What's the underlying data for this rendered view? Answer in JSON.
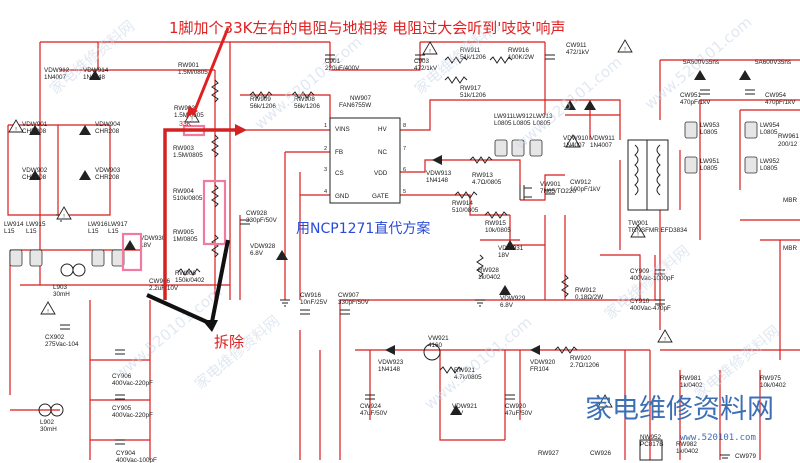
{
  "annotations": {
    "top_note": "1脚加个33K左右的电阻与地相接  电阻过大会听到'吱吱'响声",
    "resistor_value": "33K",
    "replace_note": "用NCP1271直代方案",
    "remove_note": "拆除"
  },
  "ic": {
    "ref": "NW907",
    "part": "FAN6755W",
    "pins_left": [
      "VINS",
      "FB",
      "CS",
      "GND"
    ],
    "pins_right": [
      "HV",
      "NC",
      "VDD",
      "GATE"
    ],
    "pin_numbers": [
      "1",
      "2",
      "3",
      "4",
      "5",
      "6",
      "7",
      "8"
    ]
  },
  "components": [
    {
      "ref": "VDW912",
      "value": "1N4007"
    },
    {
      "ref": "VDW914",
      "value": "1N4148"
    },
    {
      "ref": "RW901",
      "value": "1.5M/0805"
    },
    {
      "ref": "RW902",
      "value": "1.5M/0805"
    },
    {
      "ref": "RW903",
      "value": "1.5M/0805"
    },
    {
      "ref": "RW904",
      "value": "510k/0805"
    },
    {
      "ref": "RW905",
      "value": "1M/0805"
    },
    {
      "ref": "RW906",
      "value": "150k/0402"
    },
    {
      "ref": "RW909",
      "value": "56k/1206"
    },
    {
      "ref": "RW908",
      "value": "56k/1206"
    },
    {
      "ref": "C901",
      "value": "220uF/400V"
    },
    {
      "ref": "C903",
      "value": "472/1kV"
    },
    {
      "ref": "RW911",
      "value": "51k/1206"
    },
    {
      "ref": "RW916",
      "value": "100K/2W"
    },
    {
      "ref": "RW917",
      "value": "51k/1206"
    },
    {
      "ref": "CW911",
      "value": "472/1kV"
    },
    {
      "ref": "VDW901",
      "value": "CHR208"
    },
    {
      "ref": "VDW904",
      "value": "CHR208"
    },
    {
      "ref": "VDW902",
      "value": "CHR208"
    },
    {
      "ref": "VDW903",
      "value": "CHR208"
    },
    {
      "ref": "LW914",
      "value": "L15"
    },
    {
      "ref": "LW915",
      "value": "L15"
    },
    {
      "ref": "LW916",
      "value": "L15"
    },
    {
      "ref": "LW917",
      "value": "L15"
    },
    {
      "ref": "VDW930",
      "value": "18V"
    },
    {
      "ref": "CW928",
      "value": "330pF/50V"
    },
    {
      "ref": "VDW928",
      "value": "6.8V"
    },
    {
      "ref": "L903",
      "value": "30mH"
    },
    {
      "ref": "CW906",
      "value": "2.2uF/10V"
    },
    {
      "ref": "VDW913",
      "value": "1N4148"
    },
    {
      "ref": "RW913",
      "value": "4.7Ω/0805"
    },
    {
      "ref": "RW914",
      "value": "510/0805"
    },
    {
      "ref": "RW915",
      "value": "10k/0805"
    },
    {
      "ref": "VW901",
      "value": "7N65/TO220"
    },
    {
      "ref": "CW912",
      "value": "100pF/1kV"
    },
    {
      "ref": "VDW931",
      "value": "18V"
    },
    {
      "ref": "LW911",
      "value": "L0805"
    },
    {
      "ref": "LW912",
      "value": "L0805"
    },
    {
      "ref": "LW913",
      "value": "L0805"
    },
    {
      "ref": "VDW910",
      "value": "1N4007"
    },
    {
      "ref": "VDW911",
      "value": "1N4007"
    },
    {
      "ref": "TW901",
      "value": "TRNSFMR EFD3834"
    },
    {
      "ref": "LW953",
      "value": "L0805"
    },
    {
      "ref": "LW951",
      "value": "L0805"
    },
    {
      "ref": "LW954",
      "value": "L0805"
    },
    {
      "ref": "LW952",
      "value": "L0805"
    },
    {
      "ref": "CW951",
      "value": "470pF/1kV"
    },
    {
      "ref": "CW954",
      "value": "470pF/1kV"
    },
    {
      "ref": "CX902",
      "value": "275Vac-104"
    },
    {
      "ref": "CY906",
      "value": "400Vac-220pF"
    },
    {
      "ref": "CY905",
      "value": "400Vac-220pF"
    },
    {
      "ref": "L902",
      "value": "30mH"
    },
    {
      "ref": "CY904",
      "value": "400Vac-100pF"
    },
    {
      "ref": "CW916",
      "value": "10nF/25V"
    },
    {
      "ref": "CW907",
      "value": "330pF/50V"
    },
    {
      "ref": "RW928",
      "value": "1k/0402"
    },
    {
      "ref": "VDW929",
      "value": "6.8V"
    },
    {
      "ref": "RW912",
      "value": "0.18Ω/2W"
    },
    {
      "ref": "CY909",
      "value": "400Vac-1000pF"
    },
    {
      "ref": "CY910",
      "value": "400Vac-470pF"
    },
    {
      "ref": "VDW923",
      "value": "1N4148"
    },
    {
      "ref": "VW921",
      "value": "4160"
    },
    {
      "ref": "RW921",
      "value": "4.7k/0805"
    },
    {
      "ref": "VDW921",
      "value": "18V"
    },
    {
      "ref": "CW924",
      "value": "47uF/50V"
    },
    {
      "ref": "CW920",
      "value": "47uF/50V"
    },
    {
      "ref": "VDW920",
      "value": "FR104"
    },
    {
      "ref": "RW920",
      "value": "2.7Ω/1206"
    },
    {
      "ref": "RW927",
      "value": ""
    },
    {
      "ref": "CW926",
      "value": ""
    },
    {
      "ref": "NW952",
      "value": "PC817B"
    },
    {
      "ref": "RW981",
      "value": "1k/0402"
    },
    {
      "ref": "RW982",
      "value": "1k/0402"
    },
    {
      "ref": "RW975",
      "value": "10k/0402"
    },
    {
      "ref": "CW979",
      "value": ""
    }
  ],
  "edge_labels": [
    "5A600V35ns",
    "5A600V35ns",
    "RW961",
    "200/12",
    "MBR",
    "MBR"
  ],
  "watermark": {
    "text": "家电维修资料网",
    "url": "www.520101.com"
  },
  "logo": {
    "text": "家电维修资料网",
    "url": "www.520101.com"
  },
  "colors": {
    "wire": "#d81c1c",
    "annotation": "#e02020",
    "highlight": "#f07aa0",
    "note_blue": "#2a4bd8",
    "arrow_dark": "#111111"
  }
}
